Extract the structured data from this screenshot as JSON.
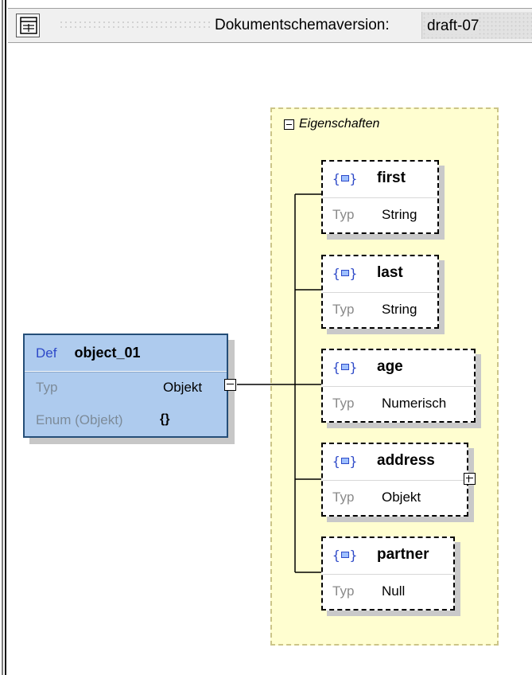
{
  "toolbar": {
    "schema_version_label": "Dokumentschemaversion:",
    "schema_version_value": "draft-07",
    "icon": "outline-view-icon"
  },
  "definition": {
    "tag": "Def",
    "name": "object_01",
    "type_label": "Typ",
    "type_value": "Objekt",
    "enum_label": "Enum (Objekt)",
    "enum_value": "{}"
  },
  "properties_group": {
    "title": "Eigenschaften",
    "items": [
      {
        "name": "first",
        "type_label": "Typ",
        "type_value": "String",
        "expandable": false
      },
      {
        "name": "last",
        "type_label": "Typ",
        "type_value": "String",
        "expandable": false
      },
      {
        "name": "age",
        "type_label": "Typ",
        "type_value": "Numerisch",
        "expandable": false
      },
      {
        "name": "address",
        "type_label": "Typ",
        "type_value": "Objekt",
        "expandable": true
      },
      {
        "name": "partner",
        "type_label": "Typ",
        "type_value": "Null",
        "expandable": false
      }
    ]
  },
  "colors": {
    "definition_fill": "#aecbee",
    "properties_fill": "#fffed0",
    "keyword_blue": "#2d49c8"
  }
}
